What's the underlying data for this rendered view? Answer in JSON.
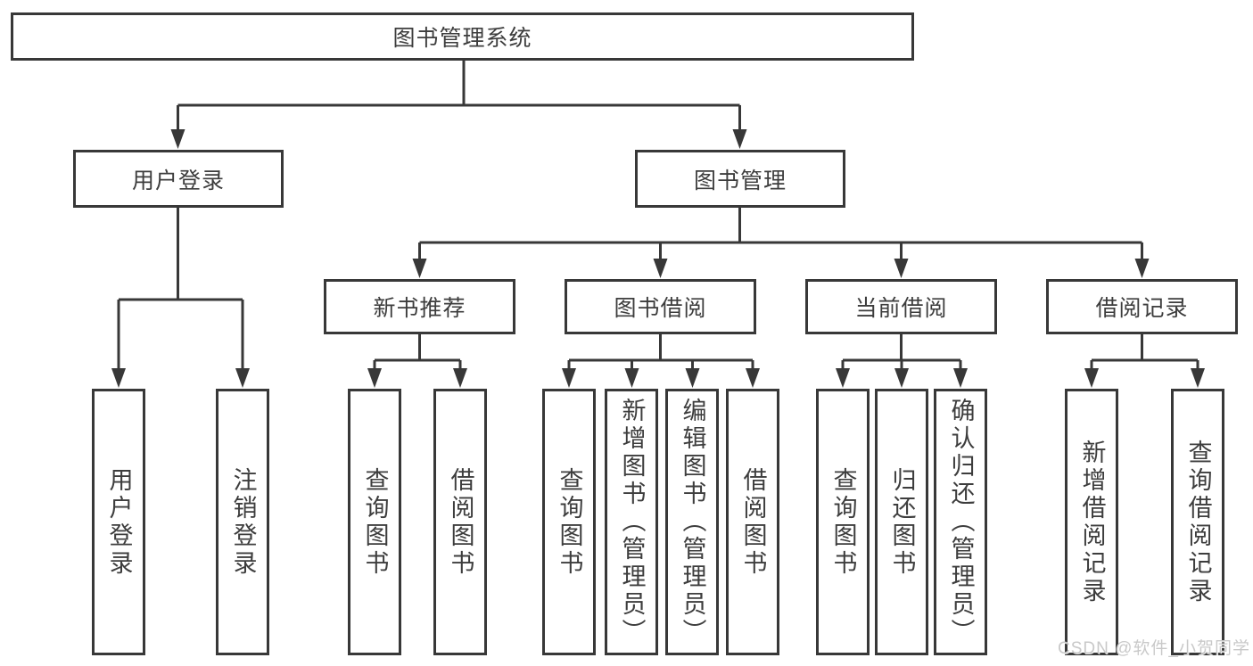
{
  "diagram": {
    "root": {
      "label": "图书管理系统"
    },
    "level2": {
      "user": {
        "label": "用户登录"
      },
      "mgmt": {
        "label": "图书管理"
      }
    },
    "level3": {
      "recommend": {
        "label": "新书推荐"
      },
      "borrow": {
        "label": "图书借阅"
      },
      "current": {
        "label": "当前借阅"
      },
      "records": {
        "label": "借阅记录"
      }
    },
    "leaves": {
      "user": [
        {
          "label": "用户登录"
        },
        {
          "label": "注销登录"
        }
      ],
      "recommend": [
        {
          "label": "查询图书"
        },
        {
          "label": "借阅图书"
        }
      ],
      "borrow": [
        {
          "label": "查询图书"
        },
        {
          "label": "新增图书（管理员）"
        },
        {
          "label": "编辑图书（管理员）"
        },
        {
          "label": "借阅图书"
        }
      ],
      "current": [
        {
          "label": "查询图书"
        },
        {
          "label": "归还图书"
        },
        {
          "label": "确认归还（管理员）"
        }
      ],
      "records": [
        {
          "label": "新增借阅记录"
        },
        {
          "label": "查询借阅记录"
        }
      ]
    }
  },
  "watermark": {
    "text": "CSDN @软件_小贺同学"
  },
  "colors": {
    "line": "#383838",
    "box_border": "#383838",
    "text": "#3d3d3d",
    "background": "#ffffff",
    "watermark": "#c9c9c9"
  }
}
